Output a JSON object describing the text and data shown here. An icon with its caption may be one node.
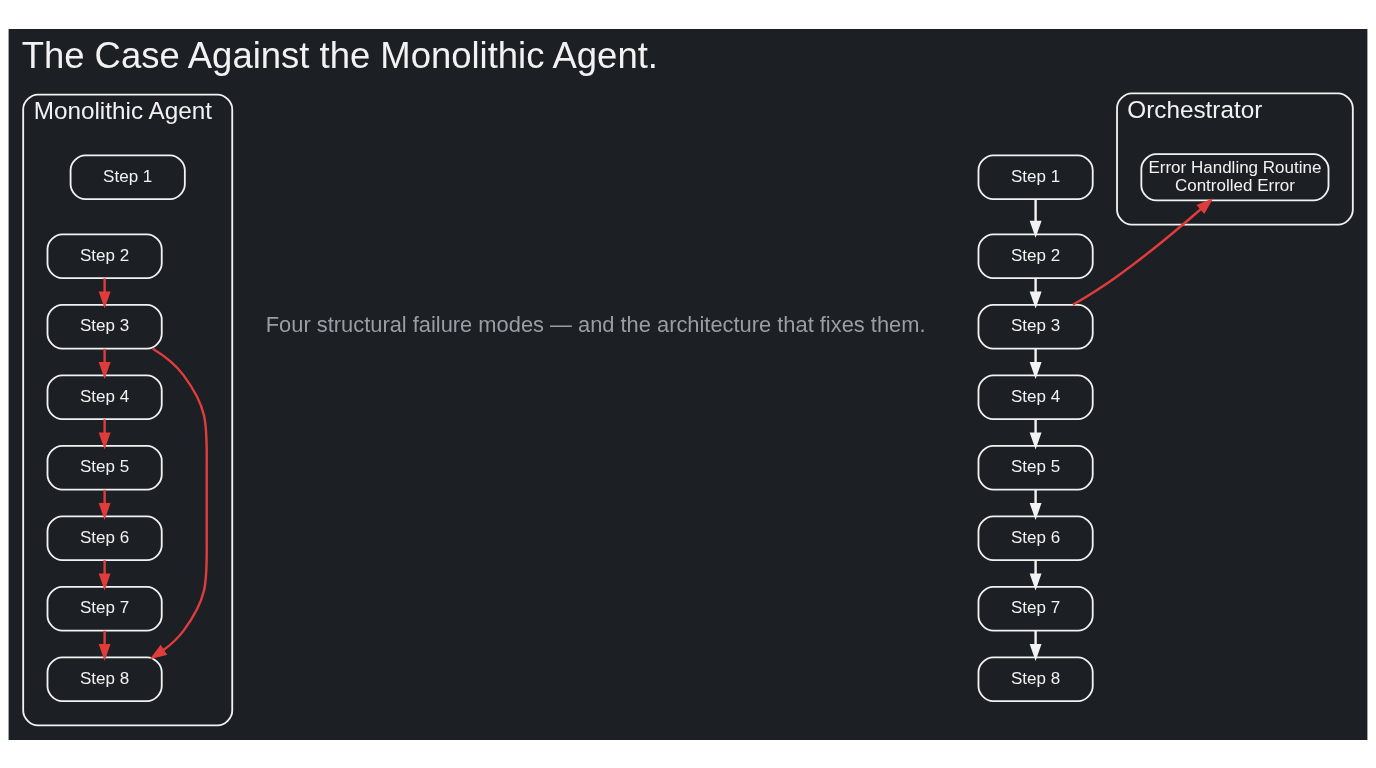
{
  "diagram": {
    "title": "The Case Against the Monolithic Agent.",
    "nodes": [
      {
        "text": [
          "Monolithic Agent"
        ]
      },
      {
        "text": [
          "Step 1"
        ],
        "in": 0
      },
      {
        "text": [
          "Step 2"
        ],
        "in": 0
      },
      {
        "text": [
          "Step 3"
        ],
        "in": 0
      },
      {
        "text": [
          "Step 4"
        ],
        "in": 0
      },
      {
        "text": [
          "Step 5"
        ],
        "in": 0
      },
      {
        "text": [
          "Step 6"
        ],
        "in": 0
      },
      {
        "text": [
          "Step 7"
        ],
        "in": 0
      },
      {
        "text": [
          "Step 8"
        ],
        "in": 0
      },
      {
        "text": [
          "Step 1"
        ]
      },
      {
        "text": [
          "Step 2"
        ]
      },
      {
        "text": [
          "Step 3"
        ]
      },
      {
        "text": [
          "Step 4"
        ]
      },
      {
        "text": [
          "Step 5"
        ]
      },
      {
        "text": [
          "Step 6"
        ]
      },
      {
        "text": [
          "Step 7"
        ]
      },
      {
        "text": [
          "Step 8"
        ]
      },
      {
        "text": [
          "Orchestrator"
        ]
      },
      {
        "text": [
          "Error Handling Routine",
          "Controlled Error"
        ],
        "in": 17
      }
    ],
    "edges": [
      {
        "from": 2,
        "to": 3,
        "arrow": "to",
        "color": "#e03c3c"
      },
      {
        "from": 3,
        "to": 4,
        "arrow": "to",
        "color": "#e03c3c"
      },
      {
        "from": 4,
        "to": 5,
        "arrow": "to",
        "color": "#e03c3c"
      },
      {
        "from": 5,
        "to": 6,
        "arrow": "to",
        "color": "#e03c3c"
      },
      {
        "from": 6,
        "to": 7,
        "arrow": "to",
        "color": "#e03c3c"
      },
      {
        "from": 7,
        "to": 8,
        "arrow": "to",
        "color": "#e03c3c"
      },
      {
        "from": 3,
        "to": 8,
        "arrow": "to",
        "color": "#e03c3c"
      },
      {
        "from": 9,
        "to": 10,
        "arrow": "to",
        "color": "#f2f2f2"
      },
      {
        "from": 10,
        "to": 11,
        "arrow": "to",
        "color": "#f2f2f2"
      },
      {
        "from": 11,
        "to": 12,
        "arrow": "to",
        "color": "#f2f2f2"
      },
      {
        "from": 12,
        "to": 13,
        "arrow": "to",
        "color": "#f2f2f2"
      },
      {
        "from": 13,
        "to": 14,
        "arrow": "to",
        "color": "#f2f2f2"
      },
      {
        "from": 14,
        "to": 15,
        "arrow": "to",
        "color": "#f2f2f2"
      },
      {
        "from": 15,
        "to": 16,
        "arrow": "to",
        "color": "#f2f2f2"
      },
      {
        "from": 11,
        "to": 18,
        "arrow": "to",
        "color": "#e03c3c"
      }
    ],
    "labels": [
      "Four structural failure modes — and the architecture that fixes them."
    ]
  }
}
